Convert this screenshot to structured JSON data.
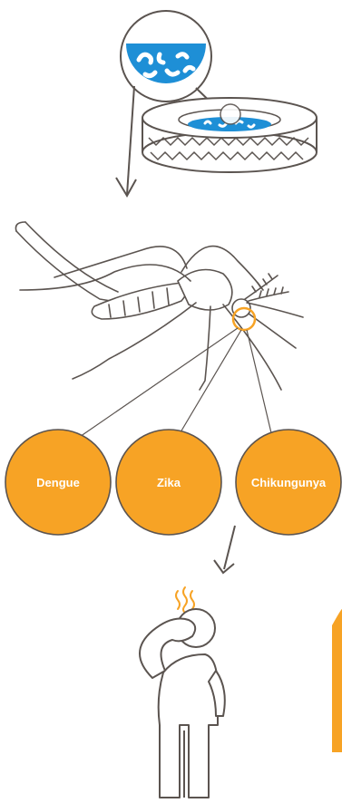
{
  "diseases": [
    {
      "label": "Dengue"
    },
    {
      "label": "Zika"
    },
    {
      "label": "Chikungunya"
    }
  ],
  "colors": {
    "outline": "#5b5450",
    "orange": "#f7a325",
    "water": "#1e8fd6",
    "larva": "#ffffff"
  },
  "icons": {
    "larvae": "magnified-larvae-icon",
    "tire": "tire-with-water-icon",
    "mosquito": "mosquito-icon",
    "person": "sick-person-icon",
    "heat": "heat-waves-icon"
  }
}
